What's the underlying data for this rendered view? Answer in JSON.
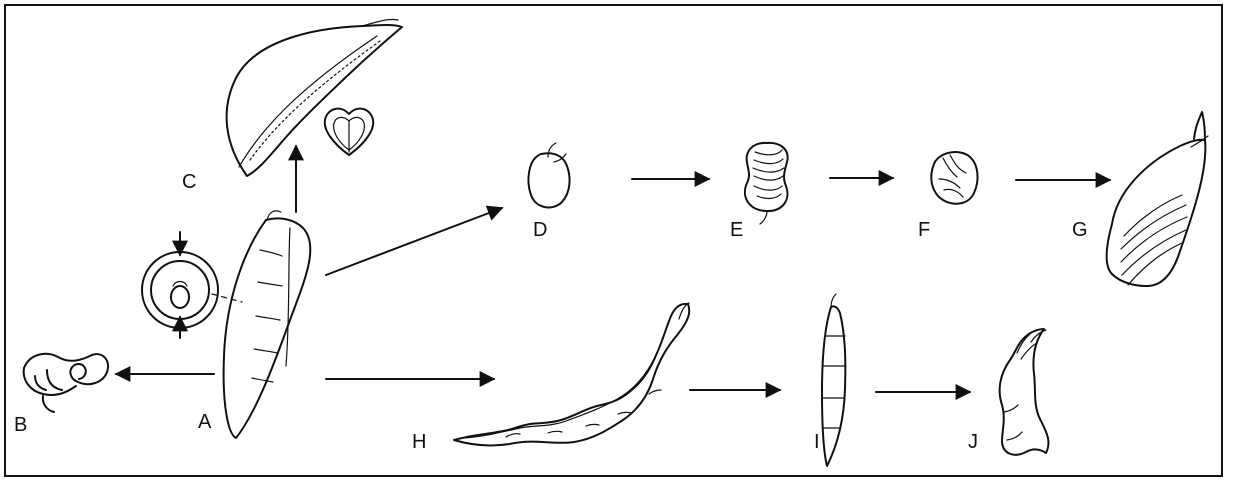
{
  "figure": {
    "labels": {
      "A": "A",
      "B": "B",
      "C": "C",
      "D": "D",
      "E": "E",
      "F": "F",
      "G": "G",
      "H": "H",
      "I": "I",
      "J": "J"
    }
  }
}
